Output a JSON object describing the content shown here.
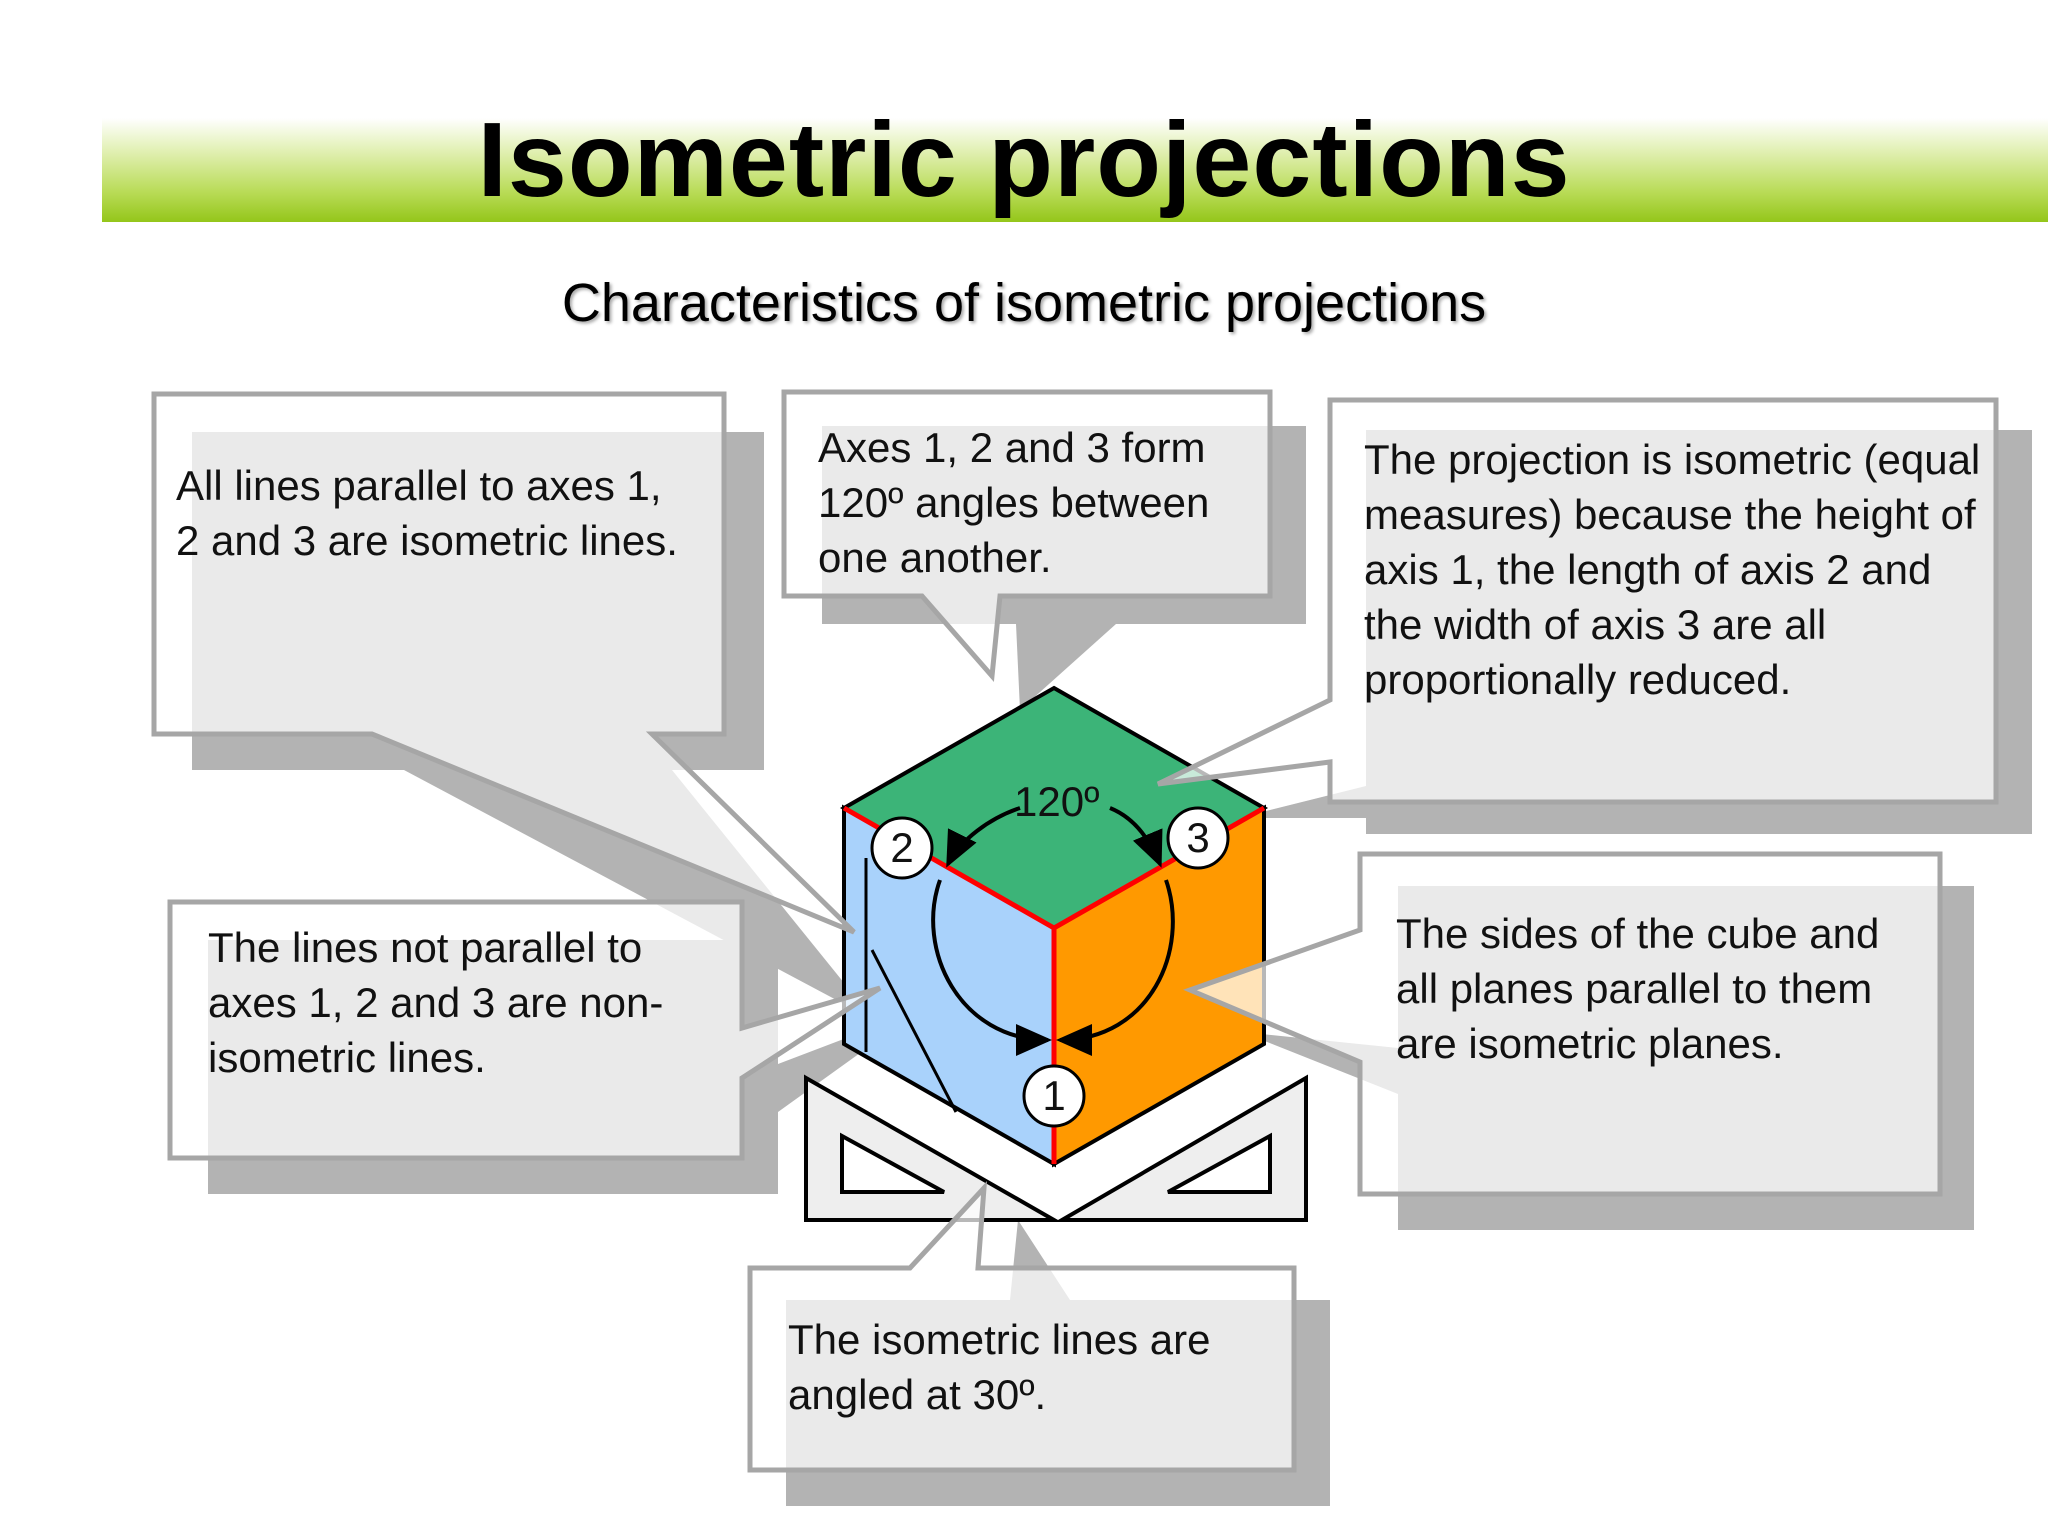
{
  "title": "Isometric projections",
  "subtitle": "Characteristics of isometric projections",
  "callouts": {
    "parallel_lines": "All lines parallel to axes 1, 2 and 3 are isometric lines.",
    "angles": "Axes 1, 2 and 3 form 120º angles between one another.",
    "projection": "The projection is isometric (equal measures) because the height of axis 1, the length of axis 2 and the width of axis 3 are all proportionally reduced.",
    "non_parallel": "The lines not parallel to axes 1, 2 and 3 are non-isometric lines.",
    "planes": "The sides of the cube and all planes parallel to them are isometric planes.",
    "angled_30": "The isometric lines are angled at 30º."
  },
  "cube": {
    "angle_label": "120º",
    "axis_labels": [
      "1",
      "2",
      "3"
    ],
    "colors": {
      "top": "#3cb478",
      "left": "#a9d2fb",
      "right": "#ff9900",
      "axis": "#ff0000",
      "set_square": "#eeeeee"
    }
  },
  "colors": {
    "title_band_start": "#e3f1b7",
    "title_band_end": "#94c61a",
    "callout_fill": "#ffffff",
    "callout_border": "#a6a6a6",
    "callout_shadow": "#b3b3b3"
  }
}
